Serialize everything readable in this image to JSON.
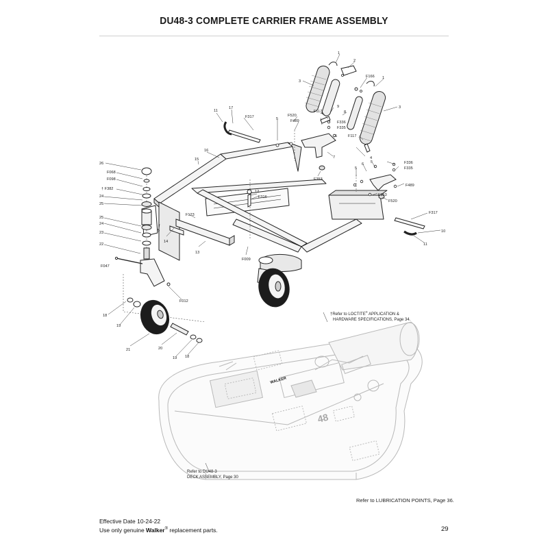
{
  "title": "DU48-3 COMPLETE CARRIER FRAME ASSEMBLY",
  "callouts": [
    {
      "id": "1a",
      "label": "1"
    },
    {
      "id": "2",
      "label": "2"
    },
    {
      "id": "F166",
      "label": "F166"
    },
    {
      "id": "1b",
      "label": "1"
    },
    {
      "id": "3a",
      "label": "3"
    },
    {
      "id": "3b",
      "label": "3"
    },
    {
      "id": "9",
      "label": "9"
    },
    {
      "id": "8",
      "label": "8"
    },
    {
      "id": "F117a",
      "label": "F117"
    },
    {
      "id": "F117b",
      "label": "F117"
    },
    {
      "id": "4a",
      "label": "4"
    },
    {
      "id": "F336a",
      "label": "F336"
    },
    {
      "id": "F335a",
      "label": "F335"
    },
    {
      "id": "F520a",
      "label": "F520"
    },
    {
      "id": "F489a",
      "label": "F489"
    },
    {
      "id": "5a",
      "label": "5"
    },
    {
      "id": "5b",
      "label": "5"
    },
    {
      "id": "7",
      "label": "7"
    },
    {
      "id": "F353a",
      "label": "F353"
    },
    {
      "id": "11a",
      "label": "11"
    },
    {
      "id": "17",
      "label": "17"
    },
    {
      "id": "F317a",
      "label": "F317"
    },
    {
      "id": "16",
      "label": "16"
    },
    {
      "id": "15",
      "label": "15"
    },
    {
      "id": "26",
      "label": "26"
    },
    {
      "id": "F068",
      "label": "F068"
    },
    {
      "id": "F098",
      "label": "F098"
    },
    {
      "id": "F382",
      "label": "† F382"
    },
    {
      "id": "24a",
      "label": "24"
    },
    {
      "id": "25a",
      "label": "25"
    },
    {
      "id": "25b",
      "label": "25"
    },
    {
      "id": "24b",
      "label": "24"
    },
    {
      "id": "23",
      "label": "23"
    },
    {
      "id": "5c",
      "label": "5"
    },
    {
      "id": "22",
      "label": "22"
    },
    {
      "id": "F047",
      "label": "F047"
    },
    {
      "id": "14",
      "label": "14"
    },
    {
      "id": "13",
      "label": "13"
    },
    {
      "id": "F123",
      "label": "F123"
    },
    {
      "id": "12",
      "label": "12"
    },
    {
      "id": "F316",
      "label": "F316"
    },
    {
      "id": "F009",
      "label": "F009"
    },
    {
      "id": "F012",
      "label": "F012"
    },
    {
      "id": "18a",
      "label": "18"
    },
    {
      "id": "19a",
      "label": "19"
    },
    {
      "id": "21",
      "label": "21"
    },
    {
      "id": "20",
      "label": "20"
    },
    {
      "id": "19b",
      "label": "19"
    },
    {
      "id": "18b",
      "label": "18"
    },
    {
      "id": "4b",
      "label": "4"
    },
    {
      "id": "6",
      "label": "6"
    },
    {
      "id": "5d",
      "label": "5"
    },
    {
      "id": "F336b",
      "label": "F336"
    },
    {
      "id": "F335b",
      "label": "F335"
    },
    {
      "id": "5e",
      "label": "5"
    },
    {
      "id": "F489b",
      "label": "F489"
    },
    {
      "id": "F353b",
      "label": "F353"
    },
    {
      "id": "F520b",
      "label": "F520"
    },
    {
      "id": "F317b",
      "label": "F317"
    },
    {
      "id": "10",
      "label": "10"
    },
    {
      "id": "11b",
      "label": "11"
    }
  ],
  "loctite_note": {
    "dagger": "†",
    "line1": "Refer to LOCTITE",
    "registered": "®",
    "line1_end": " APPLICATION &",
    "line2": "HARDWARE SPECIFICATIONS, Page 34."
  },
  "deck_badge": "48",
  "deck_brand": "WALKER",
  "deck_note": {
    "line1": "Refer to DU48-3",
    "line2": "DECK ASSEMBLY, Page 30"
  },
  "lube_note": "Refer to LUBRICATION POINTS, Page 36.",
  "footer": {
    "effective": "Effective Date 10-24-22",
    "use_prefix": "Use only genuine ",
    "brand": "Walker",
    "registered": "®",
    "use_suffix": " replacement parts."
  },
  "page_number": "29",
  "colors": {
    "line": "#222222",
    "ghost": "#b8b8b8",
    "fill_light": "#f2f2f2",
    "fill_mid": "#d9d9d9",
    "tire": "#1c1c1c"
  }
}
